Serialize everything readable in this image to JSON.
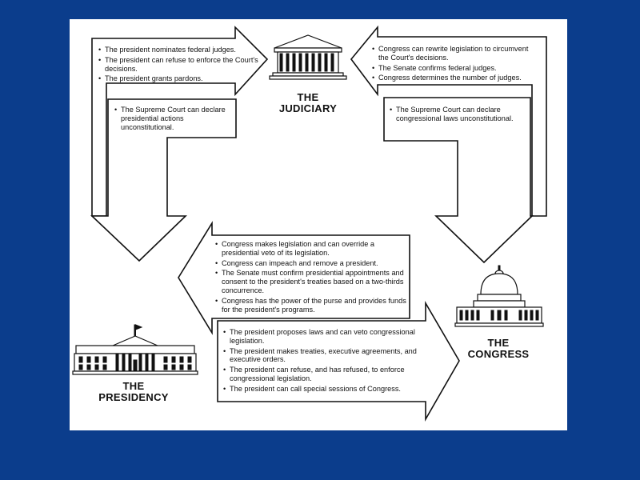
{
  "branches": {
    "judiciary": {
      "line1": "THE",
      "line2": "JUDICIARY"
    },
    "presidency": {
      "line1": "THE",
      "line2": "PRESIDENCY"
    },
    "congress": {
      "line1": "THE",
      "line2": "CONGRESS"
    }
  },
  "presidency_over_judiciary": [
    "The president nominates federal judges.",
    "The president can refuse to enforce the Court's decisions.",
    "The president grants pardons."
  ],
  "judiciary_over_presidency": [
    "The Supreme Court can declare presidential actions unconstitutional."
  ],
  "congress_over_judiciary": [
    "Congress can rewrite legislation to circumvent the Court's decisions.",
    "The Senate confirms federal judges.",
    "Congress determines the number of judges."
  ],
  "judiciary_over_congress": [
    "The Supreme Court can declare congressional laws unconstitutional."
  ],
  "congress_over_presidency": [
    "Congress makes legislation and can override a presidential veto of its legislation.",
    "Congress can impeach and remove a president.",
    "The Senate must confirm presidential appointments and consent to the president's treaties based on a two-thirds concurrence.",
    "Congress has the power of the purse and provides funds for the president's programs."
  ],
  "presidency_over_congress": [
    "The president proposes laws and can veto congressional legislation.",
    "The president makes treaties, executive agreements, and executive orders.",
    "The president can refuse, and has refused, to enforce congressional legislation.",
    "The president can call special sessions of Congress."
  ],
  "colors": {
    "background": "#0b3d8c",
    "panel": "#ffffff",
    "ink": "#111111"
  }
}
